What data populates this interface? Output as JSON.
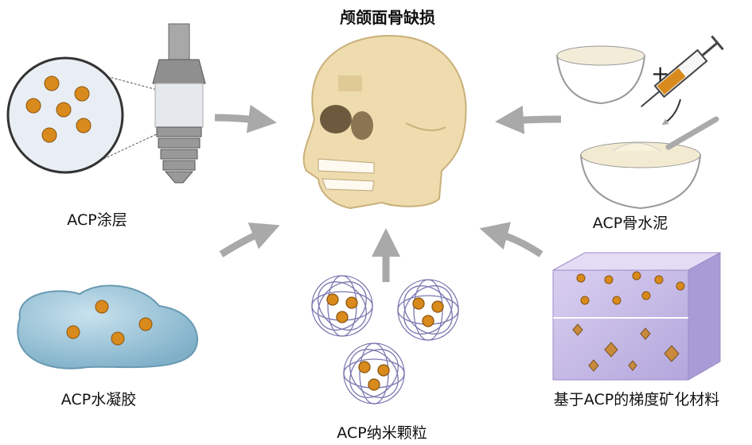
{
  "title": "颅颌面骨缺损",
  "labels": {
    "coating": "ACP涂层",
    "cement": "ACP骨水泥",
    "hydrogel": "ACP水凝胶",
    "nanoparticles": "ACP纳米颗粒",
    "gradient": "基于ACP的梯度矿化材料"
  },
  "symbols": {
    "plus": "+"
  },
  "colors": {
    "particle": "#d98a1c",
    "arrow": "#a9a9a9",
    "bone": "#eedcae",
    "hydrogel": "#9cc7dc",
    "block": "#c9bde6"
  }
}
